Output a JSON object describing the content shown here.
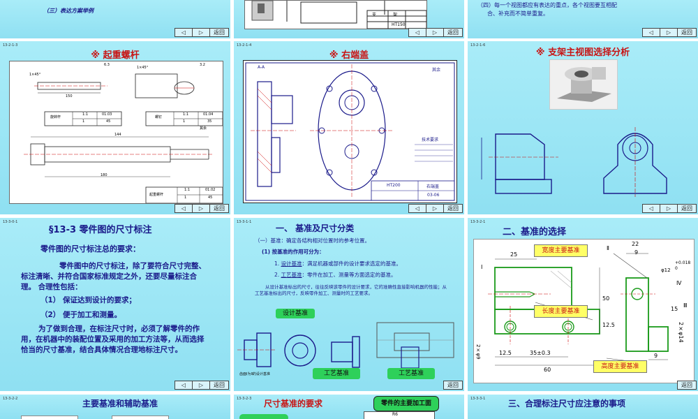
{
  "nav": {
    "prev": "◁",
    "next": "▷",
    "back": "返回"
  },
  "slide1": {
    "text": "（三）表达方案举例"
  },
  "slide2": {
    "cells": [
      "支",
      "架",
      "HT150"
    ]
  },
  "slide3": {
    "text_line1": "（四）每一个视图都应有表达的重点，各个视图要互相配",
    "text_line2": "合、补充而不简单重复。"
  },
  "slide4": {
    "num": "13-2-1-3",
    "title": "※ 起重螺杆",
    "tb1": [
      "旋转杆",
      "1:1",
      "01.03",
      "1",
      "45"
    ],
    "tb2": [
      "螺钉",
      "1:1",
      "01.04",
      "1",
      "35"
    ],
    "tb3": [
      "起重螺杆",
      "1:1",
      "01.02",
      "1",
      "45"
    ],
    "dims": [
      "1×45°",
      "1×45°",
      "150",
      "144",
      "180",
      "6.3",
      "3.2",
      "其余"
    ]
  },
  "slide5": {
    "num": "13-2-1-4",
    "title": "※ 右端盖",
    "mat": "HT200",
    "name": "右端盖",
    "code": "03-06",
    "tech": "技术要求",
    "aa": "A-A",
    "other": "其余"
  },
  "slide6": {
    "num": "13-2-1-6",
    "title": "※ 支架主视图选择分析"
  },
  "slide7": {
    "num": "13-3-0-1",
    "title": "§13-3  零件图的尺寸标注",
    "sub": "零件图的尺寸标注总的要求：",
    "p1": "零件图中的尺寸标注，除了要符合尺寸完整、标注清晰、并符合国家标准规定之外，还要尽量标注合理。  合理性包括：",
    "i1": "（1）  保证达到设计的要求；",
    "i2": "（2）  便于加工和测量。",
    "p2": "为了做到合理，在标注尺寸时，必须了解零件的作用，在机器中的装配位置及采用的加工方法等，从而选择恰当的尺寸基准，结合具体情况合理地标注尺寸。"
  },
  "slide8": {
    "num": "13-3-1-1",
    "title": "一、 基准及尺寸分类",
    "l1": "（一）基准：确定各结构相对位置时的参考位置。",
    "l2": "(1)  按基准的作用可分为：",
    "l3a": "1. ",
    "l3b": "设计基准",
    "l3c": "：满足机器或部件的设计要求选定的基准。",
    "l4a": "2. ",
    "l4b": "工艺基准",
    "l4c": "：零件在加工、测量等方面选定的基准。",
    "l5": "从设计基准标出的尺寸，往往反映该零件的设计要求，它的准确性直接影响机器的性能；从工艺基准标出的尺寸，反映零件加工、测量时的工艺要求。",
    "g1": "设计基准",
    "g2": "工艺基准",
    "g3": "工艺基准",
    "cap": "齿面Ⅰ为Ⅱ的设计基准"
  },
  "slide9": {
    "num": "13-3-2-1",
    "title": "二、基准的选择",
    "y1": "宽度主要基准",
    "y2": "长度主要基准",
    "y3": "高度主要基准",
    "dims": [
      "25",
      "22",
      "9",
      "Ⅱ",
      "Ⅰ",
      "50",
      "12.5",
      "Ⅲ",
      "Ⅳ",
      "2×φ14",
      "12.5",
      "35±0.3",
      "9",
      "60",
      "2×φ9",
      "φ12",
      "+0.018",
      "0",
      "15"
    ]
  },
  "slide10": {
    "num": "13-3-2-2",
    "title": "主要基准和辅助基准"
  },
  "slide11": {
    "num": "13-3-2-3",
    "title": "尺寸基准的要求",
    "green": "零件的主要加工面",
    "dim": "R6"
  },
  "slide12": {
    "num": "13-3-3-1",
    "title": "三、合理标注尺寸应注意的事项"
  }
}
